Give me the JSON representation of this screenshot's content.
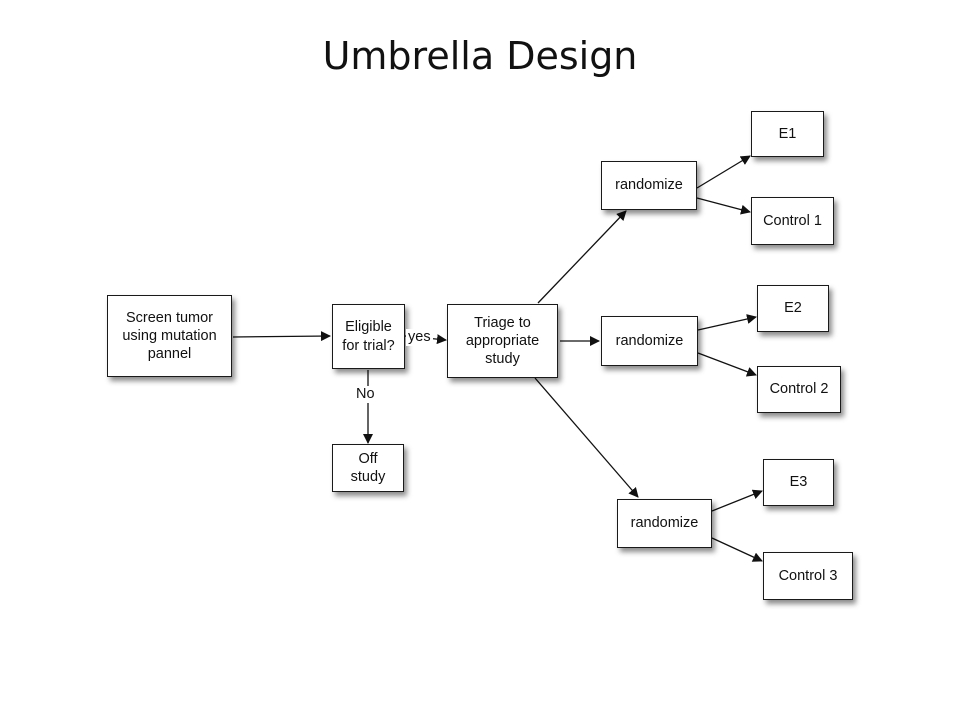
{
  "title": "Umbrella Design",
  "nodes": {
    "screen": "Screen tumor\nusing mutation\npannel",
    "eligible": "Eligible\nfor trial?",
    "off": "Off\nstudy",
    "triage": "Triage to\nappropriate\nstudy",
    "rand1": "randomize",
    "rand2": "randomize",
    "rand3": "randomize",
    "e1": "E1",
    "c1": "Control 1",
    "e2": "E2",
    "c2": "Control 2",
    "e3": "E3",
    "c3": "Control 3"
  },
  "edge_labels": {
    "yes": "yes",
    "no": "No"
  }
}
